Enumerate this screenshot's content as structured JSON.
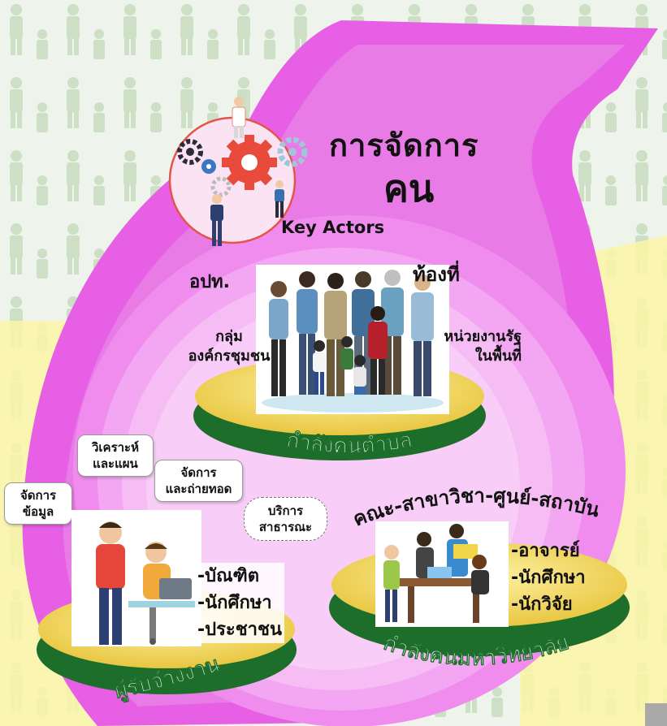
{
  "header": {
    "title_line1": "การจัดการ",
    "title_line2": "คน",
    "key_actors": "Key Actors"
  },
  "tambon": {
    "actors": {
      "opt": "อปท.",
      "tongti": "ท้องที่",
      "group": "กลุ่ม\nองค์กรชุมชน",
      "gov": "หน่วยงานรัฐ\nในพื้นที่"
    },
    "platform_label": "กำลังคนตำบล"
  },
  "contractor": {
    "bubbles": {
      "data": "จัดการ\nข้อมูล",
      "analysis": "วิเคราะห์\nและแผน",
      "transfer": "จัดการ\nและถ่ายทอด",
      "public": "บริการ\nสาธารณะ"
    },
    "list": [
      "-บัณฑิต",
      "-นักศึกษา",
      "-ประชาชน"
    ],
    "platform_label": "ผู้รับจ้างงาน"
  },
  "university": {
    "arc_label": "คณะ-สาขาวิชา-ศูนย์-สถาบัน",
    "list": [
      "-อาจารย์",
      "-นักศึกษา",
      "-นักวิจัย"
    ],
    "platform_label": "กำลังคนมหาวิทยาลัย"
  },
  "colors": {
    "spiral_outer": "#e65fe4",
    "spiral_mid": "#f28bef",
    "spiral_inner": "#f7c2f6",
    "yellow_band": "#fbf6a8",
    "platform_green": "#1c6e2a",
    "platform_yellow": "#f3dd62",
    "gear_red": "#e84a3b"
  }
}
